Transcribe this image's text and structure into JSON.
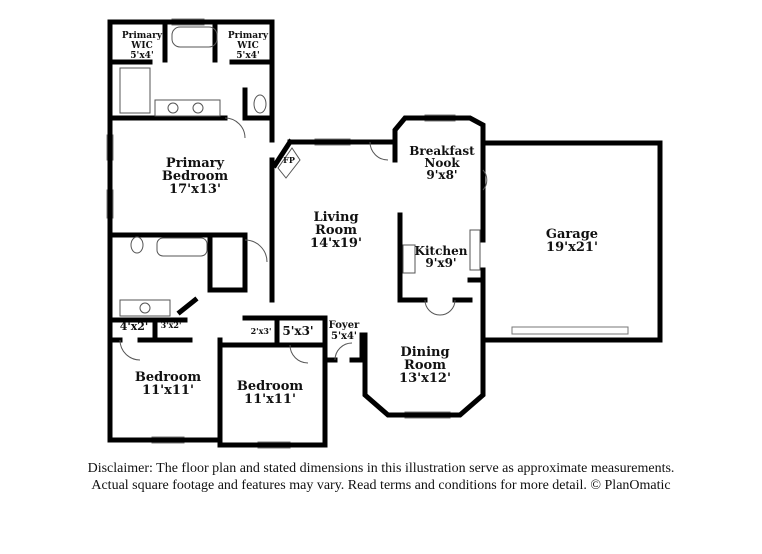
{
  "rooms": [
    {
      "name": "Primary WIC",
      "line1": "Primary",
      "line2": "WIC",
      "dim": "5'x4'"
    },
    {
      "name": "Primary WIC",
      "line1": "Primary",
      "line2": "WIC",
      "dim": "5'x4'"
    },
    {
      "name": "Primary Bedroom",
      "line1": "Primary",
      "line2": "Bedroom",
      "dim": "17'x13'"
    },
    {
      "name": "Living Room",
      "line1": "Living",
      "line2": "Room",
      "dim": "14'x19'"
    },
    {
      "name": "Breakfast Nook",
      "line1": "Breakfast",
      "line2": "Nook",
      "dim": "9'x8'"
    },
    {
      "name": "Kitchen",
      "line1": "Kitchen",
      "dim": "9'x9'"
    },
    {
      "name": "Garage",
      "line1": "Garage",
      "dim": "19'x21'"
    },
    {
      "name": "Foyer",
      "line1": "Foyer",
      "dim": "5'x4'"
    },
    {
      "name": "Dining Room",
      "line1": "Dining",
      "line2": "Room",
      "dim": "13'x12'"
    },
    {
      "name": "Bedroom",
      "line1": "Bedroom",
      "dim": "11'x11'"
    },
    {
      "name": "Bedroom",
      "line1": "Bedroom",
      "dim": "11'x11'"
    }
  ],
  "closets": [
    "4'x2'",
    "3'x2'",
    "2'x3'",
    "5'x3'"
  ],
  "fireplace": "FP",
  "disclaimer": {
    "line1": "Disclaimer: The floor plan and stated dimensions in this illustration serve as approximate measurements.",
    "line2": "Actual square footage and features may vary. Read terms and conditions for more detail. © PlanOmatic"
  }
}
